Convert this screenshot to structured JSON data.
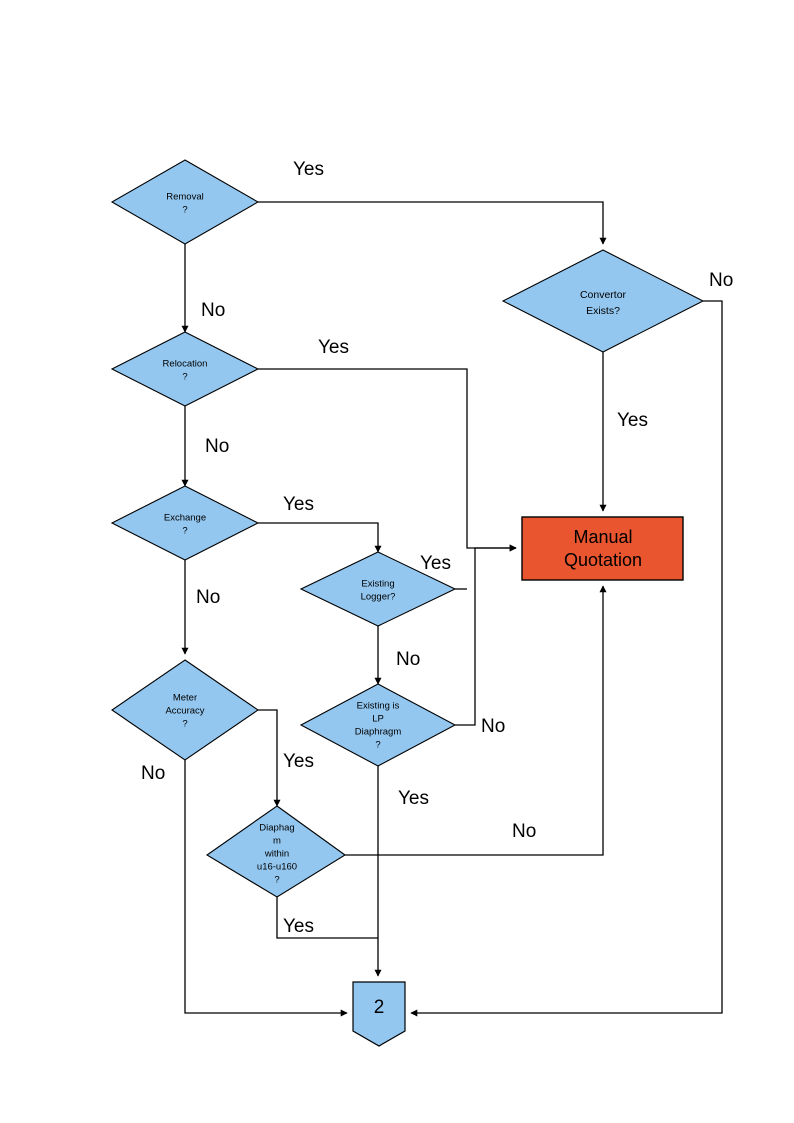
{
  "diagram": {
    "type": "flowchart",
    "title": "",
    "colors": {
      "decision_fill": "#93c7f0",
      "process_fill": "#e8552f",
      "connector_fill": "#93c7f0",
      "line": "#000000",
      "background": "#ffffff"
    },
    "nodes": [
      {
        "id": "removal",
        "shape": "decision",
        "label": "Removal\n?",
        "line1": "Removal",
        "line2": "?",
        "line3": "",
        "line4": "",
        "line5": ""
      },
      {
        "id": "relocation",
        "shape": "decision",
        "label": "Relocation\n?",
        "line1": "Relocation",
        "line2": "?",
        "line3": "",
        "line4": "",
        "line5": ""
      },
      {
        "id": "exchange",
        "shape": "decision",
        "label": "Exchange\n?",
        "line1": "Exchange",
        "line2": "?",
        "line3": "",
        "line4": "",
        "line5": ""
      },
      {
        "id": "meter",
        "shape": "decision",
        "label": "Meter\nAccuracy\n?",
        "line1": "Meter",
        "line2": "Accuracy",
        "line3": "?",
        "line4": "",
        "line5": ""
      },
      {
        "id": "logger",
        "shape": "decision",
        "label": "Existing\nLogger?",
        "line1": "Existing",
        "line2": "Logger?",
        "line3": "",
        "line4": "",
        "line5": ""
      },
      {
        "id": "lpdiaphragm",
        "shape": "decision",
        "label": "Existing is\nLP\nDiaphragm\n?",
        "line1": "Existing is",
        "line2": "LP",
        "line3": "Diaphragm",
        "line4": "?",
        "line5": ""
      },
      {
        "id": "diaphagm",
        "shape": "decision",
        "label": "Diaphag\nm\nwithin\nu16-u160\n?",
        "line1": "Diaphag",
        "line2": "m",
        "line3": "within",
        "line4": "u16-u160",
        "line5": "?"
      },
      {
        "id": "convertor",
        "shape": "decision",
        "label": "Convertor\nExists?",
        "line1": "Convertor",
        "line2": "Exists?",
        "line3": "",
        "line4": "",
        "line5": ""
      },
      {
        "id": "manualquote",
        "shape": "process",
        "label": "Manual\nQuotation",
        "line1": "Manual",
        "line2": "Quotation",
        "line3": "",
        "line4": "",
        "line5": ""
      },
      {
        "id": "offpage2",
        "shape": "connector",
        "label": "2",
        "line1": "2",
        "line2": "",
        "line3": "",
        "line4": "",
        "line5": ""
      }
    ],
    "edges": [
      {
        "from": "removal",
        "to": "convertor",
        "label": "Yes"
      },
      {
        "from": "removal",
        "to": "relocation",
        "label": "No"
      },
      {
        "from": "relocation",
        "to": "manualquote",
        "label": "Yes"
      },
      {
        "from": "relocation",
        "to": "exchange",
        "label": "No"
      },
      {
        "from": "exchange",
        "to": "logger",
        "label": "Yes"
      },
      {
        "from": "exchange",
        "to": "meter",
        "label": "No"
      },
      {
        "from": "meter",
        "to": "diaphagm",
        "label": "Yes"
      },
      {
        "from": "meter",
        "to": "offpage2",
        "label": "No"
      },
      {
        "from": "logger",
        "to": "manualquote",
        "label": "Yes"
      },
      {
        "from": "logger",
        "to": "lpdiaphragm",
        "label": "No"
      },
      {
        "from": "lpdiaphragm",
        "to": "offpage2",
        "label": "Yes"
      },
      {
        "from": "lpdiaphragm",
        "to": "manualquote",
        "label": "No"
      },
      {
        "from": "diaphagm",
        "to": "offpage2",
        "label": "Yes"
      },
      {
        "from": "diaphagm",
        "to": "manualquote",
        "label": "No"
      },
      {
        "from": "convertor",
        "to": "manualquote",
        "label": "Yes"
      },
      {
        "from": "convertor",
        "to": "offpage2",
        "label": "No"
      }
    ],
    "edge_labels": {
      "removal_yes": "Yes",
      "removal_no": "No",
      "relocation_yes": "Yes",
      "relocation_no": "No",
      "exchange_yes": "Yes",
      "exchange_no": "No",
      "meter_yes": "Yes",
      "meter_no": "No",
      "logger_yes": "Yes",
      "logger_no": "No",
      "lp_yes": "Yes",
      "lp_no": "No",
      "diaphagm_yes": "Yes",
      "diaphagm_no": "No",
      "convertor_yes": "Yes",
      "convertor_no": "No"
    }
  }
}
